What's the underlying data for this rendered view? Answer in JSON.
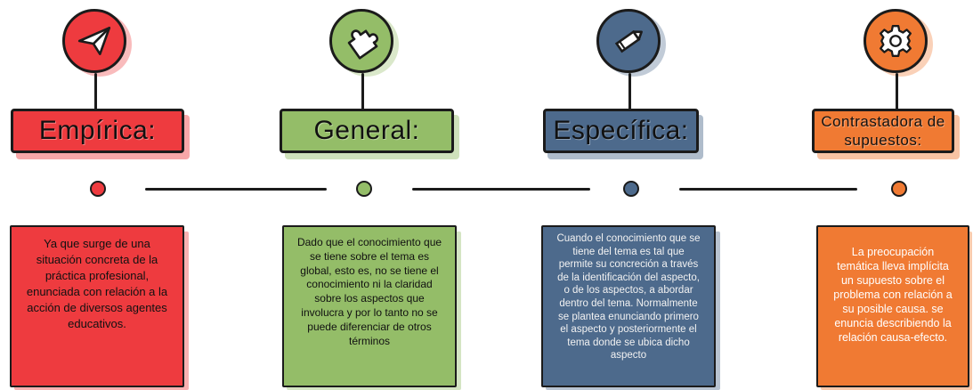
{
  "colors": {
    "empirica": "#ee3b3f",
    "general": "#94bd68",
    "especifica": "#4d6a8c",
    "contrastadora": "#f07a33",
    "line": "#1b1b1b"
  },
  "stages": [
    {
      "icon": "paper-plane-icon",
      "title": "Empírica:",
      "text": "Ya que surge de una situación concreta de la práctica profesional, enunciada con relación a la acción de diversos agentes educativos."
    },
    {
      "icon": "puzzle-piece-icon",
      "title": "General:",
      "text": "Dado que el conocimiento que se tiene sobre el tema es global, esto es, no se tiene el conocimiento ni la claridad sobre los aspectos que involucra y por lo tanto no se puede diferenciar de otros términos"
    },
    {
      "icon": "pencil-icon",
      "title": "Específica:",
      "text": "Cuando el conocimiento que se tiene del tema es tal que permite su concreción a través de la identificación del aspecto, o de los aspectos, a abordar dentro del tema. Normalmente se plantea enunciando primero el aspecto y posteriormente el tema donde se ubica dicho aspecto"
    },
    {
      "icon": "gear-icon",
      "title": "Contrastadora de supuestos:",
      "text": "La preocupación temática lleva implícita un supuesto sobre el problema con relación a su posible causa. se enuncia describiendo la relación causa-efecto."
    }
  ]
}
